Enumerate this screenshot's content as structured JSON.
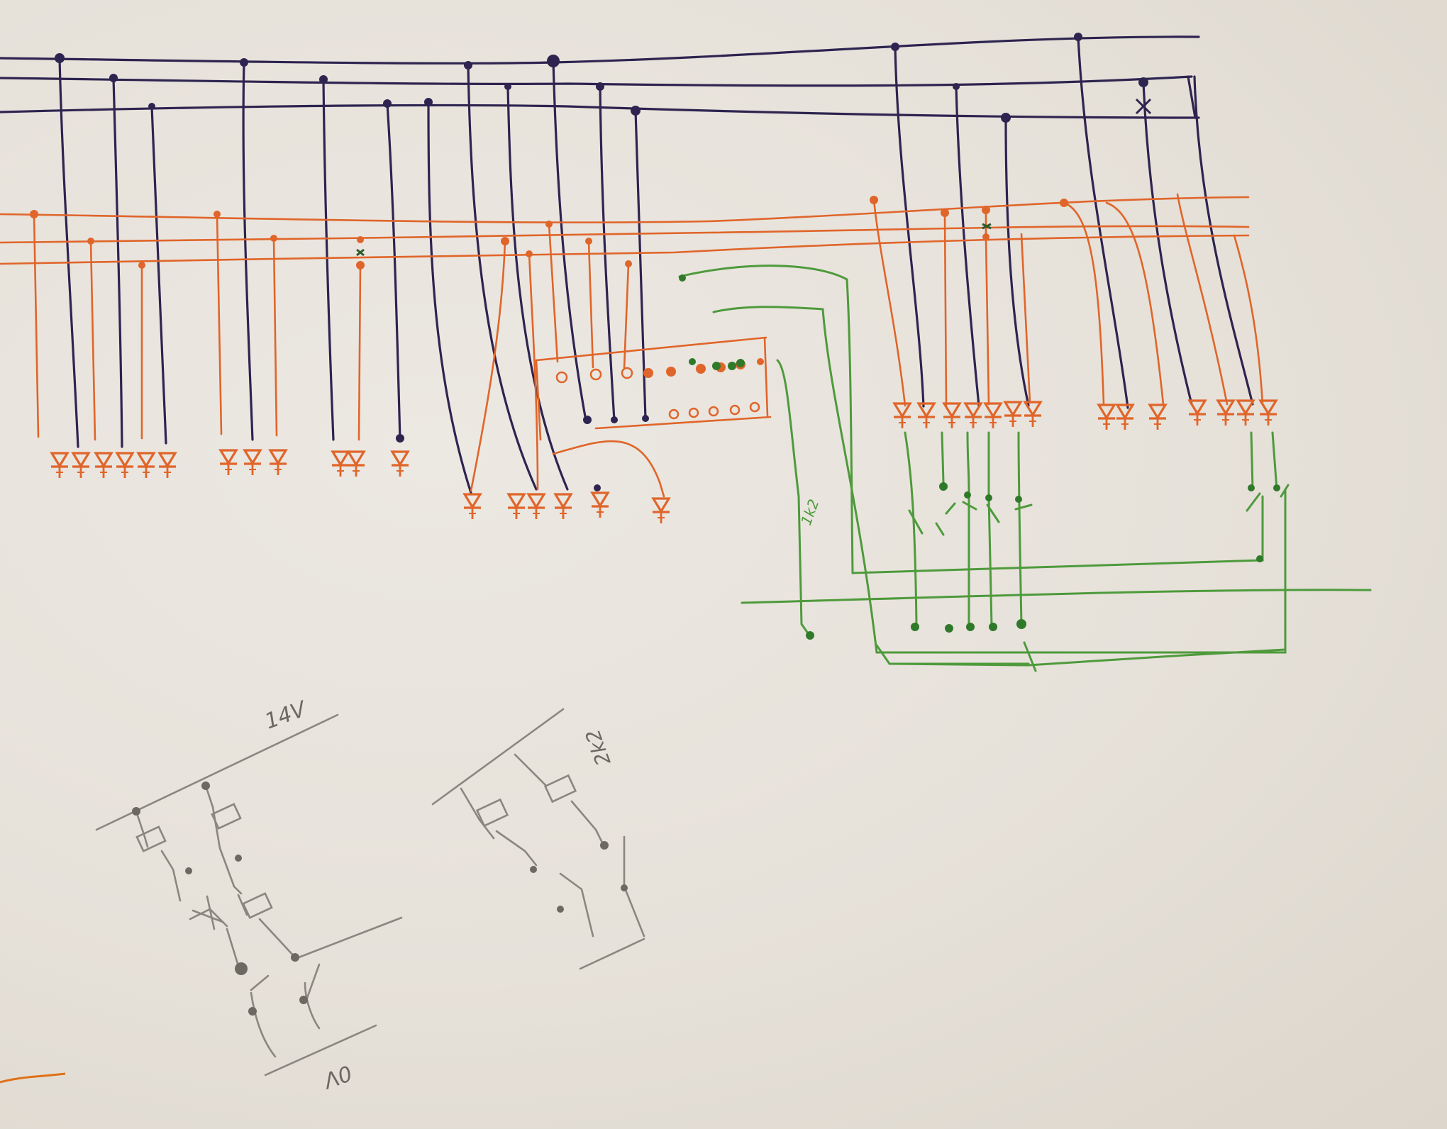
{
  "labels": {
    "supply_pos": "14V",
    "supply_neg": "0V",
    "resistor_a": "1k2",
    "resistor_b": "2k2"
  },
  "colors": {
    "paper": "#e8e3dc",
    "purple_wire": "#2e2450",
    "orange_wire": "#e0652a",
    "green_wire": "#4e9a3c",
    "pencil": "#8a8680",
    "green_node": "#2f7a2a"
  }
}
